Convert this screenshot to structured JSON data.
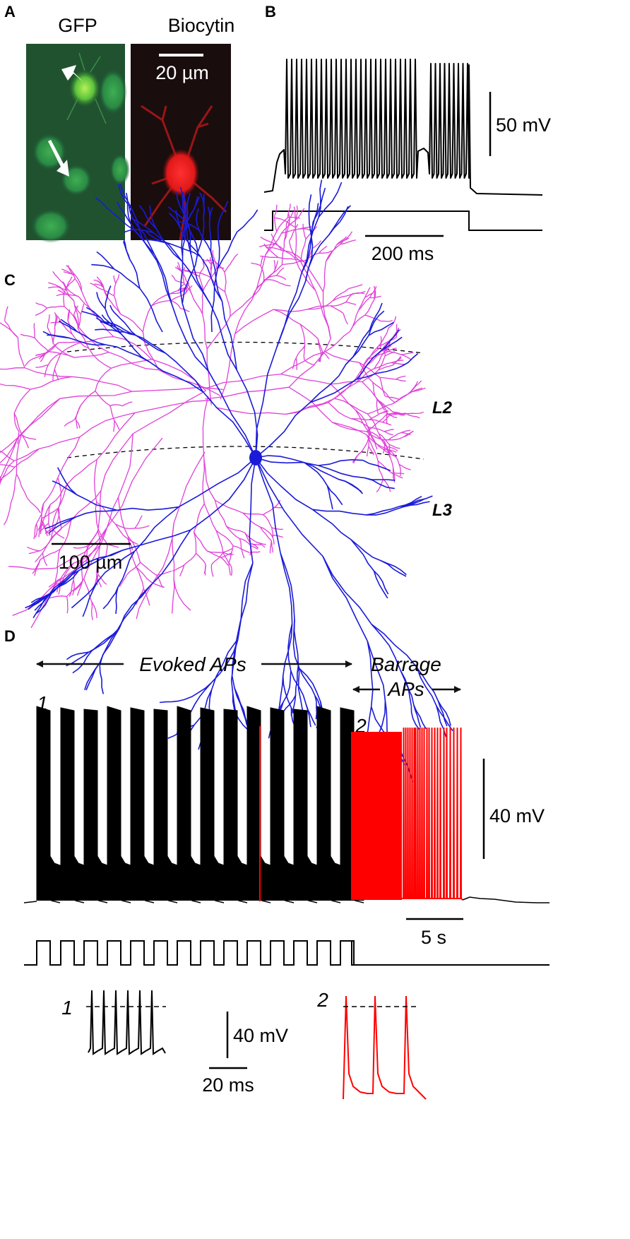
{
  "panels": {
    "a": {
      "label": "A",
      "gfp_label": "GFP",
      "biocytin_label": "Biocytin",
      "scale_label": "20 µm"
    },
    "b": {
      "label": "B",
      "v_scale": "50 mV",
      "t_scale": "200 ms"
    },
    "c": {
      "label": "C",
      "layer_upper": "L2",
      "layer_lower": "L3",
      "scale_label": "100 µm",
      "colors": {
        "axon": "#e040d8",
        "dendrite": "#1a1ad8"
      }
    },
    "d": {
      "label": "D",
      "evoked_label": "Evoked APs",
      "barrage_label_1": "Barrage",
      "barrage_label_2": "APs",
      "marker_1": "1",
      "marker_2": "2",
      "v_scale": "40 mV",
      "t_scale": "5 s",
      "inset_marker_1": "1",
      "inset_marker_2": "2",
      "inset_v_scale": "40 mV",
      "inset_t_scale": "20 ms",
      "colors": {
        "evoked": "#000000",
        "barrage": "#ff0000"
      }
    }
  }
}
